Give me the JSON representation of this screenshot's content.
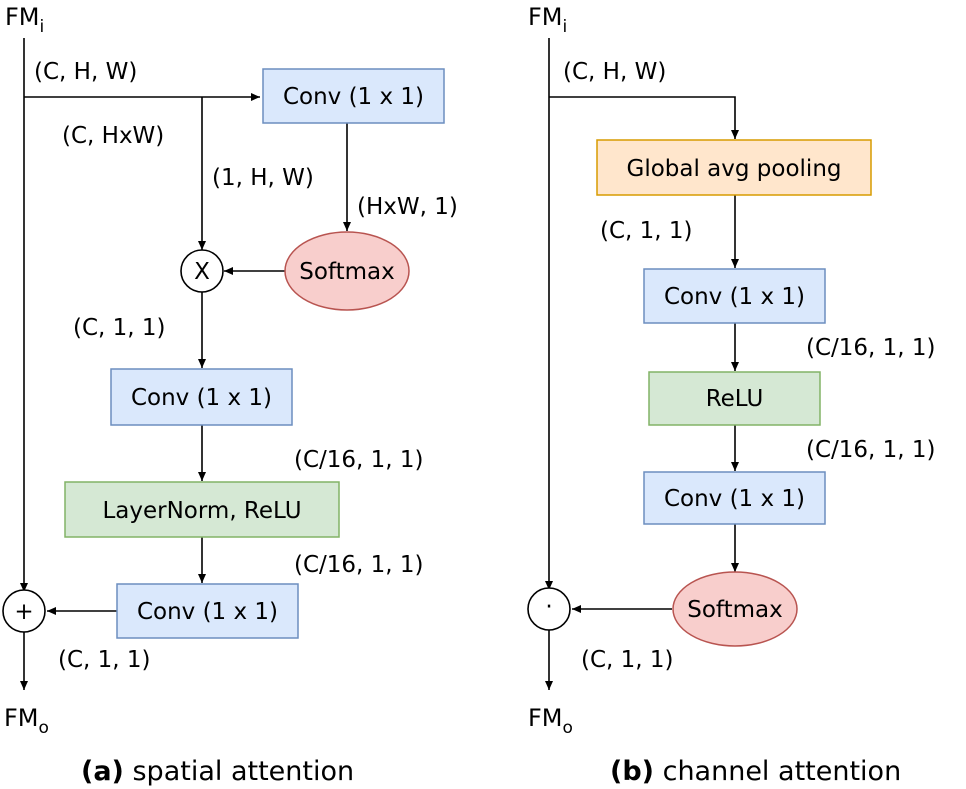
{
  "panel_a": {
    "input": {
      "base": "FM",
      "sub": "i"
    },
    "output": {
      "base": "FM",
      "sub": "o"
    },
    "nodes": {
      "conv1": "Conv (1 x 1)",
      "softmax": "Softmax",
      "matmul": "X",
      "conv2": "Conv (1 x 1)",
      "layernorm_relu": "LayerNorm, ReLU",
      "conv3": "Conv (1 x 1)",
      "add": "+"
    },
    "shape_labels": {
      "input_shape": "(C, H, W)",
      "reshaped": "(C, HxW)",
      "conv1_out": "(1, H, W)",
      "softmax_in": "(HxW, 1)",
      "matmul_out": "(C, 1, 1)",
      "conv2_out": "(C/16, 1, 1)",
      "ln_out": "(C/16, 1, 1)",
      "conv3_out": "(C, 1, 1)"
    },
    "caption": {
      "tag": "(a)",
      "text": " spatial attention"
    }
  },
  "panel_b": {
    "input": {
      "base": "FM",
      "sub": "i"
    },
    "output": {
      "base": "FM",
      "sub": "o"
    },
    "nodes": {
      "gap": "Global avg pooling",
      "conv1": "Conv (1 x 1)",
      "relu": "ReLU",
      "conv2": "Conv (1 x 1)",
      "softmax": "Softmax",
      "mul": "·"
    },
    "shape_labels": {
      "input_shape": "(C, H, W)",
      "gap_out": "(C, 1, 1)",
      "conv1_out": "(C/16, 1, 1)",
      "relu_out": "(C/16, 1, 1)",
      "softmax_out": "(C, 1, 1)"
    },
    "caption": {
      "tag": "(b)",
      "text": " channel attention"
    }
  },
  "colors": {
    "conv": "#dae8fc",
    "activation": "#d5e8d4",
    "pooling": "#ffe6cc",
    "softmax": "#f8cecc"
  }
}
